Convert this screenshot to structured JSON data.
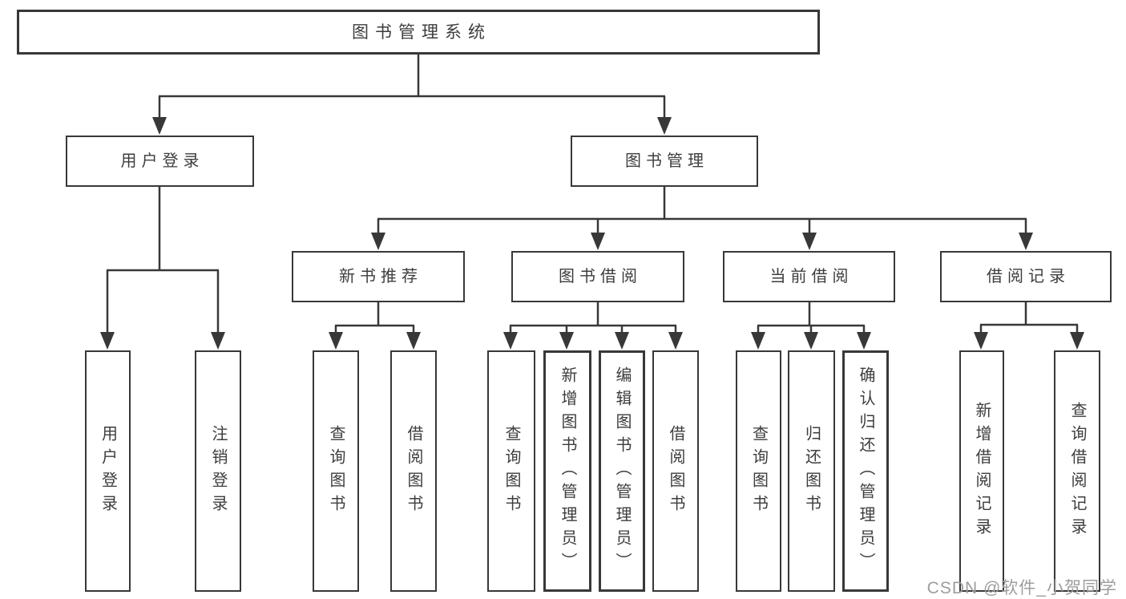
{
  "diagram": {
    "root": "图书管理系统",
    "branches": [
      {
        "label": "用户登录",
        "children": [
          "用户登录",
          "注销登录"
        ]
      },
      {
        "label": "图书管理",
        "sections": [
          {
            "label": "新书推荐",
            "children": [
              "查询图书",
              "借阅图书"
            ]
          },
          {
            "label": "图书借阅",
            "children": [
              "查询图书",
              "新增图书（管理员）",
              "编辑图书（管理员）",
              "借阅图书"
            ]
          },
          {
            "label": "当前借阅",
            "children": [
              "查询图书",
              "归还图书",
              "确认归还（管理员）"
            ]
          },
          {
            "label": "借阅记录",
            "children": [
              "新增借阅记录",
              "查询借阅记录"
            ]
          }
        ]
      }
    ]
  },
  "watermark": {
    "text": "CSDN @软件_小贺同学"
  },
  "colors": {
    "line": "#383838",
    "text": "#3d3d3d",
    "watermark": "#9d9d9d",
    "background": "#ffffff"
  }
}
